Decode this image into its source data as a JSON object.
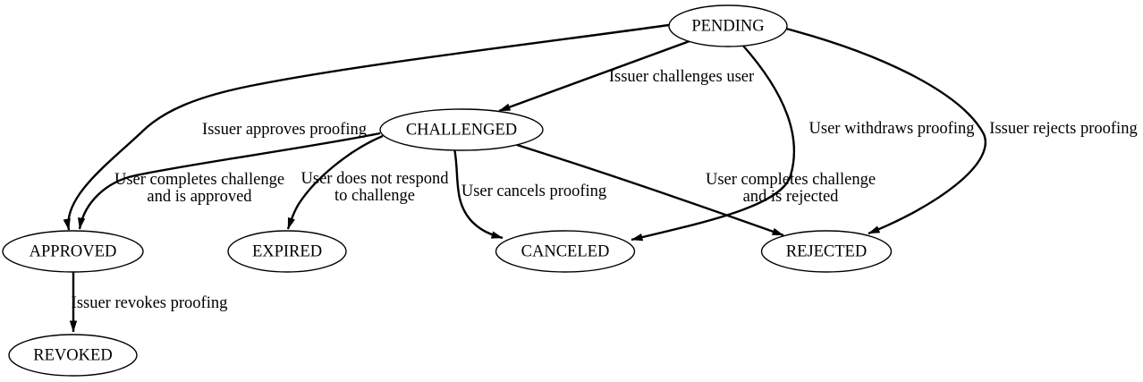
{
  "diagram": {
    "type": "state-machine",
    "colors": {
      "background": "#ffffff",
      "stroke": "#000000",
      "text": "#000000"
    },
    "nodes": [
      {
        "id": "pending",
        "label": "PENDING"
      },
      {
        "id": "challenged",
        "label": "CHALLENGED"
      },
      {
        "id": "approved",
        "label": "APPROVED"
      },
      {
        "id": "expired",
        "label": "EXPIRED"
      },
      {
        "id": "canceled",
        "label": "CANCELED"
      },
      {
        "id": "rejected",
        "label": "REJECTED"
      },
      {
        "id": "revoked",
        "label": "REVOKED"
      }
    ],
    "edges": [
      {
        "from": "PENDING",
        "to": "CHALLENGED",
        "label": "Issuer challenges user"
      },
      {
        "from": "PENDING",
        "to": "APPROVED",
        "label": "Issuer approves proofing"
      },
      {
        "from": "CHALLENGED",
        "to": "APPROVED",
        "lines": [
          "User completes challenge",
          "and is approved"
        ]
      },
      {
        "from": "CHALLENGED",
        "to": "EXPIRED",
        "lines": [
          "User does not respond",
          "to challenge"
        ]
      },
      {
        "from": "CHALLENGED",
        "to": "CANCELED",
        "label": "User cancels proofing"
      },
      {
        "from": "CHALLENGED",
        "to": "REJECTED",
        "lines": [
          "User completes challenge",
          "and is rejected"
        ]
      },
      {
        "from": "PENDING",
        "to": "CANCELED",
        "label": "User withdraws proofing"
      },
      {
        "from": "PENDING",
        "to": "REJECTED",
        "label": "Issuer rejects proofing"
      },
      {
        "from": "APPROVED",
        "to": "REVOKED",
        "label": "Issuer revokes proofing"
      }
    ]
  }
}
